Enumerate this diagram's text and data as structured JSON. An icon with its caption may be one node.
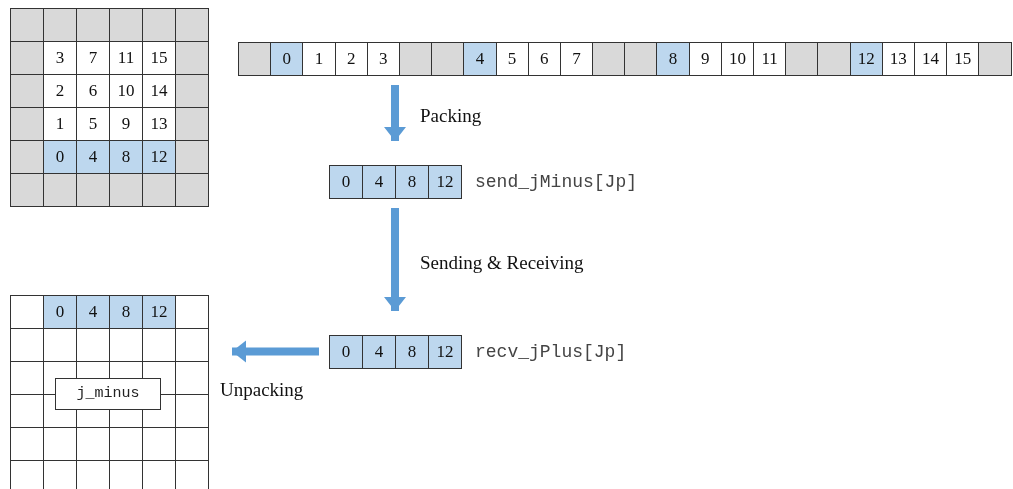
{
  "diagram": {
    "nodes": [
      {
        "text": [
          "3",
          "7",
          "11",
          "15",
          "2",
          "6",
          "10",
          "14",
          "1",
          "5",
          "9",
          "13",
          "0",
          "4",
          "8",
          "12"
        ]
      },
      {
        "text": [
          "0",
          "1",
          "2",
          "3",
          "4",
          "5",
          "6",
          "7",
          "8",
          "9",
          "10",
          "11",
          "12",
          "13",
          "14",
          "15"
        ]
      },
      {
        "text": [
          "0",
          "4",
          "8",
          "12"
        ],
        "beside": [
          "send_jMinus[Jp]"
        ]
      },
      {
        "text": [
          "0",
          "4",
          "8",
          "12"
        ],
        "beside": [
          "recv_jPlus[Jp]"
        ]
      },
      {
        "text": [
          "0",
          "4",
          "8",
          "12"
        ]
      },
      {
        "text": [
          "j_minus"
        ],
        "in": 4
      }
    ],
    "edges": [
      {
        "from": 1,
        "to": 2,
        "arrow": "to",
        "label": "Packing"
      },
      {
        "from": 2,
        "to": 3,
        "arrow": "to",
        "label": "Sending & Receiving"
      },
      {
        "from": 3,
        "to": 4,
        "arrow": "to",
        "label": "Unpacking"
      }
    ]
  }
}
